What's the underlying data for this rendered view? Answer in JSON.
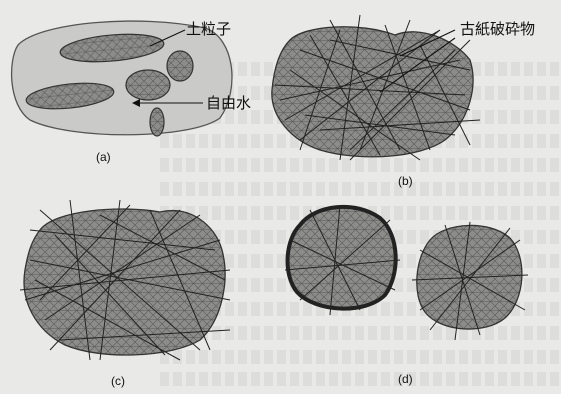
{
  "labels": {
    "soil_particle": "土粒子",
    "paper_fragments": "古紙破砕物",
    "free_water": "自由水"
  },
  "captions": {
    "a": "(a)",
    "b": "(b)",
    "c": "(c)",
    "d": "(d)"
  },
  "colors": {
    "water": "#c9c9c7",
    "particle": "#8a8a88",
    "fiber": "#222222"
  }
}
